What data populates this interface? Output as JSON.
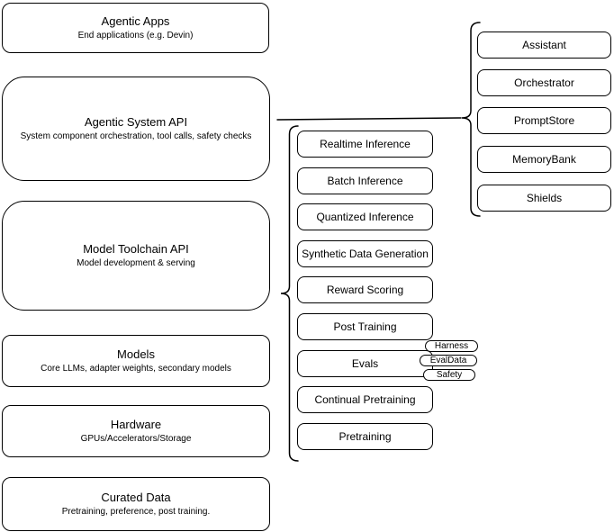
{
  "left_stack": [
    {
      "title": "Agentic Apps",
      "subtitle": "End applications (e.g. Devin)"
    },
    {
      "title": "Agentic System API",
      "subtitle": "System component orchestration, tool calls, safety checks"
    },
    {
      "title": "Model Toolchain API",
      "subtitle": "Model development & serving"
    },
    {
      "title": "Models",
      "subtitle": "Core LLMs, adapter weights, secondary models"
    },
    {
      "title": "Hardware",
      "subtitle": "GPUs/Accelerators/Storage"
    },
    {
      "title": "Curated Data",
      "subtitle": "Pretraining, preference, post training."
    }
  ],
  "toolchain_items": [
    {
      "label": "Realtime Inference"
    },
    {
      "label": "Batch Inference"
    },
    {
      "label": "Quantized Inference"
    },
    {
      "label": "Synthetic Data Generation"
    },
    {
      "label": "Reward Scoring"
    },
    {
      "label": "Post Training"
    },
    {
      "label": "Evals"
    },
    {
      "label": "Continual Pretraining"
    },
    {
      "label": "Pretraining"
    }
  ],
  "eval_tags": [
    {
      "label": "Harness"
    },
    {
      "label": "EvalData"
    },
    {
      "label": "Safety"
    }
  ],
  "system_components": [
    {
      "label": "Assistant"
    },
    {
      "label": "Orchestrator"
    },
    {
      "label": "PromptStore"
    },
    {
      "label": "MemoryBank"
    },
    {
      "label": "Shields"
    }
  ],
  "colors": {
    "stroke": "#000000",
    "fill": "#ffffff",
    "text": "#000000"
  }
}
